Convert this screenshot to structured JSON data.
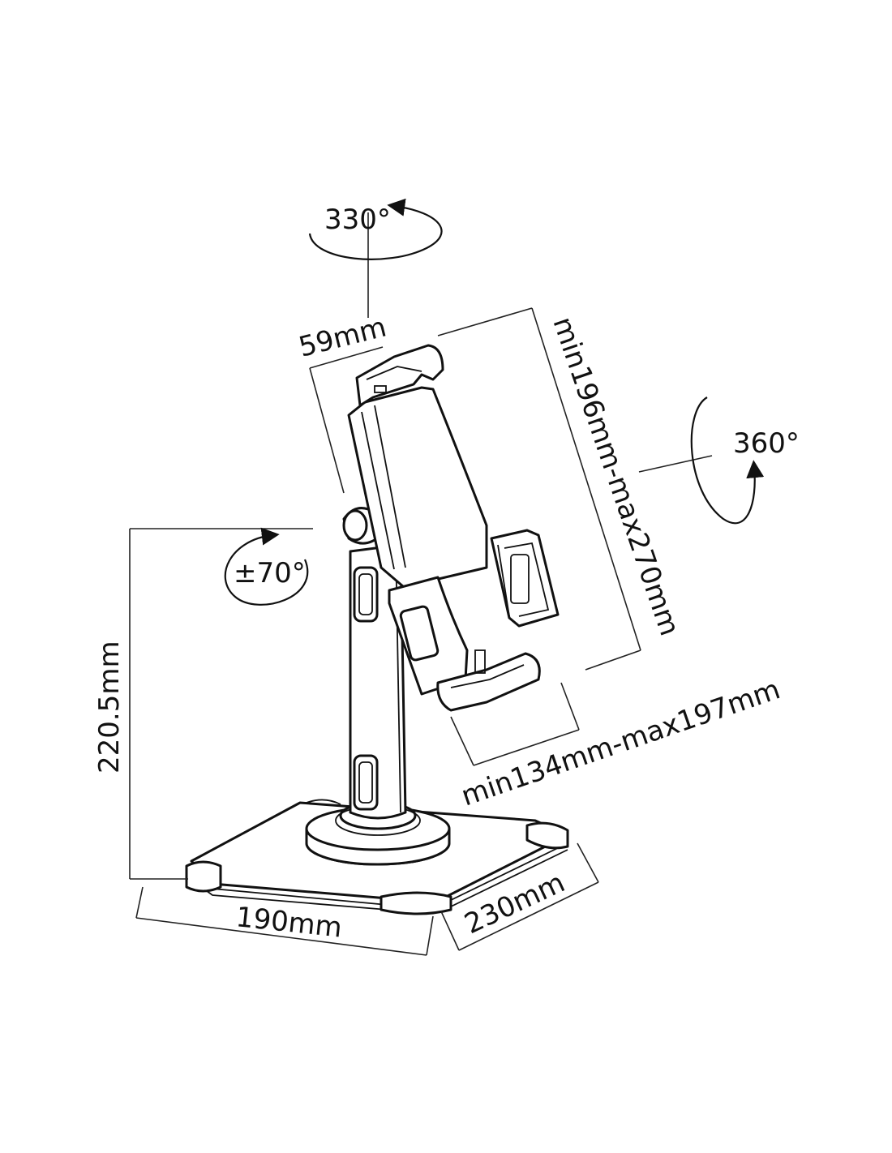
{
  "labels": {
    "rot_top": "330°",
    "rot_side": "360°",
    "tilt": "±70°",
    "depth": "59mm",
    "max_height_range": "min196mm-max270mm",
    "width_range": "min134mm-max197mm",
    "height": "220.5mm",
    "base_width": "190mm",
    "base_depth": "230mm"
  },
  "colors": {
    "line": "#111111",
    "background": "#ffffff"
  }
}
